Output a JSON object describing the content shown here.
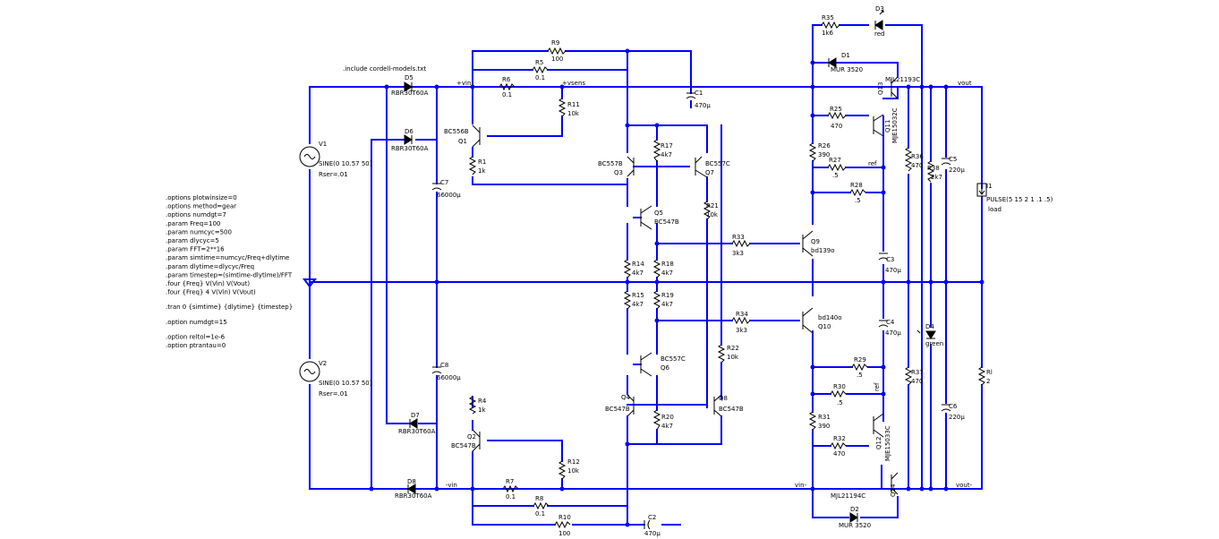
{
  "directives": {
    "include": ".include cordell-models.txt",
    "lines": [
      ".options plotwinsize=0",
      ".options method=gear",
      ".options numdgt=7",
      ".param Freq=100",
      ".param numcyc=500",
      ".param dlycyc=5",
      ".param FFT=2**16",
      ".param simtime=numcyc/Freq+dlytime",
      ".param dlytime=dlycyc/Freq",
      ".param timestep=(simtime-dlytime)/FFT",
      ".four {Freq} V(Vin) V(Vout)",
      ".four {Freq} 4 V(Vin) V(Vout)",
      "",
      ".tran 0 {simtime} {dlytime} {timestep}",
      "",
      ".option numdgt=15",
      "",
      ".option reltol=1e-6",
      ".option ptrantau=0"
    ]
  },
  "nets": {
    "vin_p": "+vin",
    "vsens": "+vsens",
    "vin_m": "-vin",
    "vinm2": "vin-",
    "vout": "vout",
    "vout_m": "vout-",
    "ref1": "ref",
    "ref2": "ref"
  },
  "sources": {
    "v1": {
      "name": "V1",
      "value": "SINE(0 10.57 50)",
      "rser": "Rser=.01"
    },
    "v2": {
      "name": "V2",
      "value": "SINE(0 10.57 50)",
      "rser": "Rser=.01"
    },
    "i1": {
      "name": "I1",
      "value": "PULSE(5 15 2 1 .1 .5)",
      "extra": "load"
    }
  },
  "resistors": {
    "r1": {
      "name": "R1",
      "value": "1k"
    },
    "r4": {
      "name": "R4",
      "value": "1k"
    },
    "r5": {
      "name": "R5",
      "value": "0.1"
    },
    "r6": {
      "name": "R6",
      "value": "0.1"
    },
    "r7": {
      "name": "R7",
      "value": "0.1"
    },
    "r8": {
      "name": "R8",
      "value": "0.1"
    },
    "r9": {
      "name": "R9",
      "value": "100"
    },
    "r10": {
      "name": "R10",
      "value": "100"
    },
    "r11": {
      "name": "R11",
      "value": "10k"
    },
    "r12": {
      "name": "R12",
      "value": "10k"
    },
    "r14": {
      "name": "R14",
      "value": "4k7"
    },
    "r15": {
      "name": "R15",
      "value": "4k7"
    },
    "r17": {
      "name": "R17",
      "value": "4k7"
    },
    "r18": {
      "name": "R18",
      "value": "4k7"
    },
    "r19": {
      "name": "R19",
      "value": "4k7"
    },
    "r20": {
      "name": "R20",
      "value": "4k7"
    },
    "r21": {
      "name": "R21",
      "value": "10k"
    },
    "r22": {
      "name": "R22",
      "value": "10k"
    },
    "r25": {
      "name": "R25",
      "value": "470"
    },
    "r26": {
      "name": "R26",
      "value": "390"
    },
    "r27": {
      "name": "R27",
      "value": ".5"
    },
    "r28": {
      "name": "R28",
      "value": ".5"
    },
    "r29": {
      "name": "R29",
      "value": ".5"
    },
    "r30": {
      "name": "R30",
      "value": ".5"
    },
    "r31": {
      "name": "R31",
      "value": "390"
    },
    "r32": {
      "name": "R32",
      "value": "470"
    },
    "r33": {
      "name": "R33",
      "value": "3k3"
    },
    "r34": {
      "name": "R34",
      "value": "3k3"
    },
    "r35": {
      "name": "R35",
      "value": "1k6"
    },
    "r36": {
      "name": "R36",
      "value": "470"
    },
    "r37": {
      "name": "R37",
      "value": "470"
    },
    "r38": {
      "name": "R38",
      "value": "2k7"
    },
    "rl": {
      "name": "Rl",
      "value": "2"
    }
  },
  "capacitors": {
    "c1": {
      "name": "C1",
      "value": "470µ"
    },
    "c2": {
      "name": "C2",
      "value": "470µ"
    },
    "c3": {
      "name": "C3",
      "value": "470µ"
    },
    "c4": {
      "name": "C4",
      "value": "470µ"
    },
    "c5": {
      "name": "C5",
      "value": "220µ"
    },
    "c6": {
      "name": "C6",
      "value": "220µ"
    },
    "c7": {
      "name": "C7",
      "value": "66000µ"
    },
    "c8": {
      "name": "C8",
      "value": "66000µ"
    }
  },
  "diodes": {
    "d1": {
      "name": "D1",
      "value": "MUR 3520"
    },
    "d2": {
      "name": "D2",
      "value": "MUR 3520"
    },
    "d3": {
      "name": "D3",
      "value": "red"
    },
    "d4": {
      "name": "D4",
      "value": "green"
    },
    "d5": {
      "name": "D5",
      "value": "RBR30T60A"
    },
    "d6": {
      "name": "D6",
      "value": "RBR30T60A"
    },
    "d7": {
      "name": "D7",
      "value": "RBR30T60A"
    },
    "d8": {
      "name": "D8",
      "value": "RBR30T60A"
    }
  },
  "transistors": {
    "q1": {
      "name": "Q1",
      "value": "BC556B"
    },
    "q2": {
      "name": "Q2",
      "value": "BC547B"
    },
    "q3": {
      "name": "Q3",
      "value": "BC557B"
    },
    "q4": {
      "name": "Q4",
      "value": "BC547B"
    },
    "q5": {
      "name": "Q5",
      "value": "BC547B"
    },
    "q6": {
      "name": "Q6",
      "value": "BC557C"
    },
    "q7": {
      "name": "Q7",
      "value": "BC557C"
    },
    "q8": {
      "name": "Q8",
      "value": "BC547B"
    },
    "q9": {
      "name": "Q9",
      "value": "bd139o"
    },
    "q10": {
      "name": "Q10",
      "value": "bd140o"
    },
    "q11": {
      "name": "Q11",
      "value": "MJE15032C"
    },
    "q12": {
      "name": "Q12",
      "value": "MJE15033C"
    },
    "q13": {
      "name": "Q13",
      "value": "MJL21193C"
    },
    "q14": {
      "name": "Q14",
      "value": "MJL21194C"
    }
  },
  "colors": {
    "wire": "#0000ff",
    "symbol": "#000000",
    "background": "#ffffff"
  }
}
